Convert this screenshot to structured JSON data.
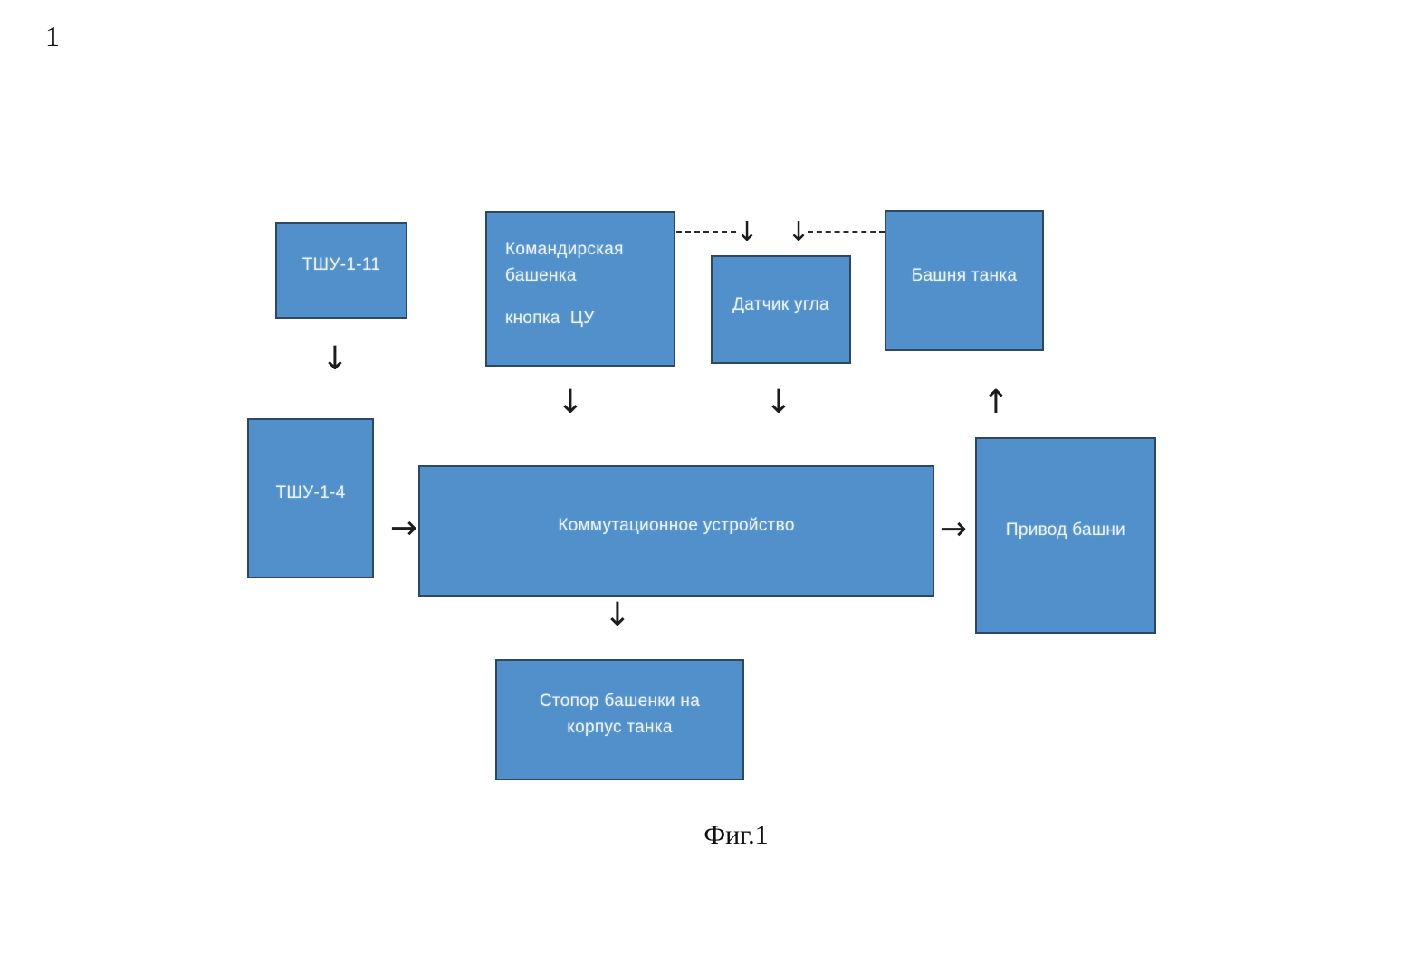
{
  "page": {
    "number": "1",
    "caption": "Фиг.1"
  },
  "colors": {
    "node_fill": "#5190ca",
    "node_border": "#2e4764",
    "node_text": "#eaf2fa",
    "arrow": "#1c1c1c",
    "dash": "#2b2b2b",
    "ink": "#101010",
    "background": "#ffffff"
  },
  "icons": {
    "arrow_down": "↓",
    "arrow_up": "↑",
    "arrow_right": "→"
  },
  "nodes": {
    "tshu_1_11": {
      "label": "ТШУ-1-11"
    },
    "commander_cupola": {
      "lines": [
        "Командирская",
        "башенка",
        "кнопка  ЦУ"
      ]
    },
    "angle_sensor": {
      "label": "Датчик угла"
    },
    "tank_turret": {
      "label": "Башня танка"
    },
    "tshu_1_4": {
      "label": "ТШУ-1-4"
    },
    "switching_device": {
      "label": "Коммутационное устройство"
    },
    "turret_drive": {
      "label": "Привод башни"
    },
    "turret_stopper": {
      "lines": [
        "Стопор башенки на",
        "корпус танка"
      ]
    }
  },
  "edges": [
    {
      "from": "tshu_1_11",
      "to": "tshu_1_4",
      "style": "solid",
      "direction": "down"
    },
    {
      "from": "commander_cupola",
      "to": "angle_sensor",
      "style": "dashed",
      "direction": "down"
    },
    {
      "from": "tank_turret",
      "to": "angle_sensor",
      "style": "dashed",
      "direction": "down"
    },
    {
      "from": "commander_cupola",
      "to": "switching_device",
      "style": "solid",
      "direction": "down"
    },
    {
      "from": "angle_sensor",
      "to": "switching_device",
      "style": "solid",
      "direction": "down"
    },
    {
      "from": "tshu_1_4",
      "to": "switching_device",
      "style": "solid",
      "direction": "right"
    },
    {
      "from": "switching_device",
      "to": "turret_drive",
      "style": "solid",
      "direction": "right"
    },
    {
      "from": "turret_drive",
      "to": "tank_turret",
      "style": "solid",
      "direction": "up"
    },
    {
      "from": "switching_device",
      "to": "turret_stopper",
      "style": "solid",
      "direction": "down"
    }
  ]
}
